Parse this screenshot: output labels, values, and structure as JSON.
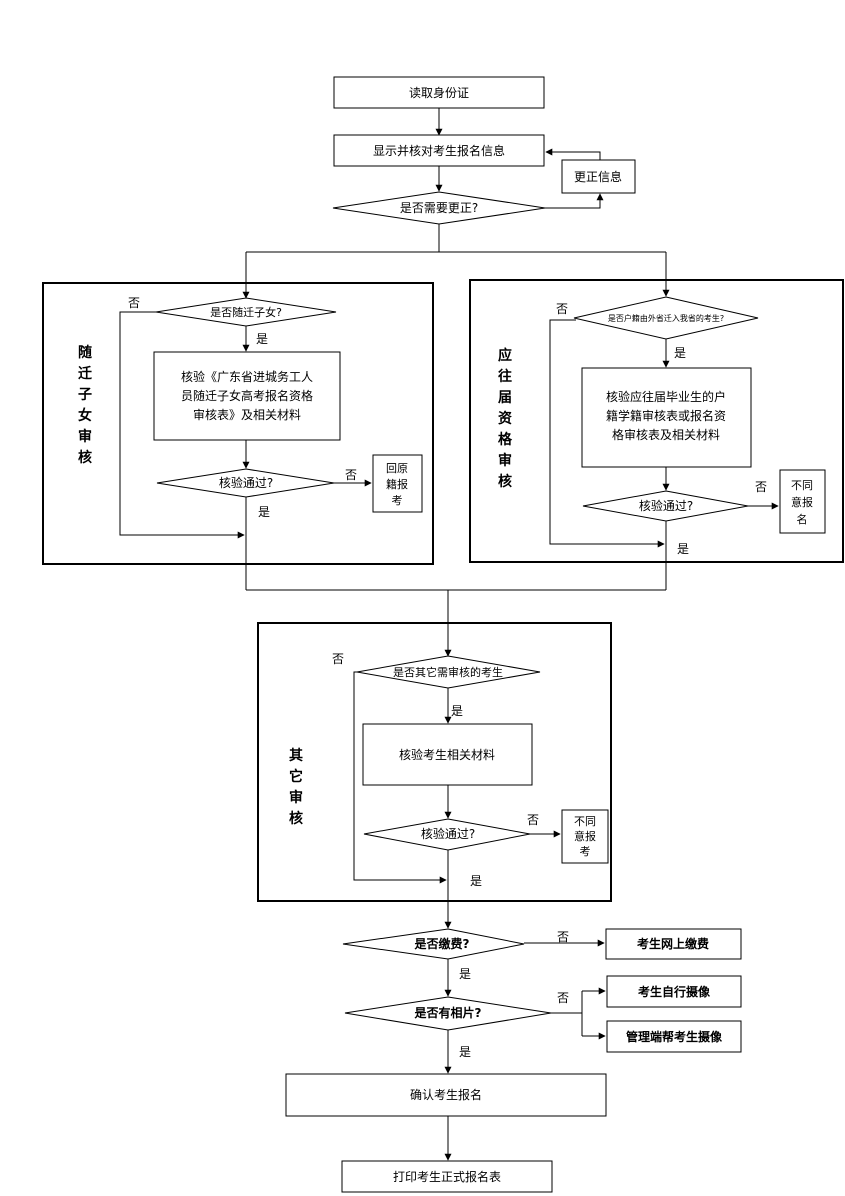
{
  "nodes": {
    "read_id": "读取身份证",
    "show_verify": "显示并核对考生报名信息",
    "correct_info": "更正信息",
    "need_correct": "是否需要更正?",
    "is_migrant_child": "是否随迁子女?",
    "verify_migrant_lines": [
      "核验《广东省进城务工人",
      "员随迁子女高考报名资格",
      "审核表》及相关材料"
    ],
    "verify_pass_1": "核验通过?",
    "return_lines": [
      "回原",
      "籍报",
      "考"
    ],
    "is_hukou_moved": "是否户籍由外省迁入我省的考生?",
    "verify_grad_lines": [
      "核验应往届毕业生的户",
      "籍学籍审核表或报名资",
      "格审核表及相关材料"
    ],
    "verify_pass_2": "核验通过?",
    "disagree_1_lines": [
      "不同",
      "意报",
      "名"
    ],
    "is_other_review": "是否其它需审核的考生",
    "verify_other": "核验考生相关材料",
    "verify_pass_3": "核验通过?",
    "disagree_2_lines": [
      "不同",
      "意报",
      "考"
    ],
    "is_paid": "是否缴费?",
    "online_pay": "考生网上缴费",
    "has_photo": "是否有相片?",
    "self_photo": "考生自行摄像",
    "staff_photo": "管理端帮考生摄像",
    "confirm": "确认考生报名",
    "print_form": "打印考生正式报名表"
  },
  "groups": {
    "migrant_review": [
      "随",
      "迁",
      "子",
      "女",
      "审",
      "核"
    ],
    "eligibility_review": [
      "应",
      "往",
      "届",
      "资",
      "格",
      "审",
      "核"
    ],
    "other_review": [
      "其",
      "它",
      "审",
      "核"
    ]
  },
  "labels": {
    "yes": "是",
    "no": "否"
  }
}
